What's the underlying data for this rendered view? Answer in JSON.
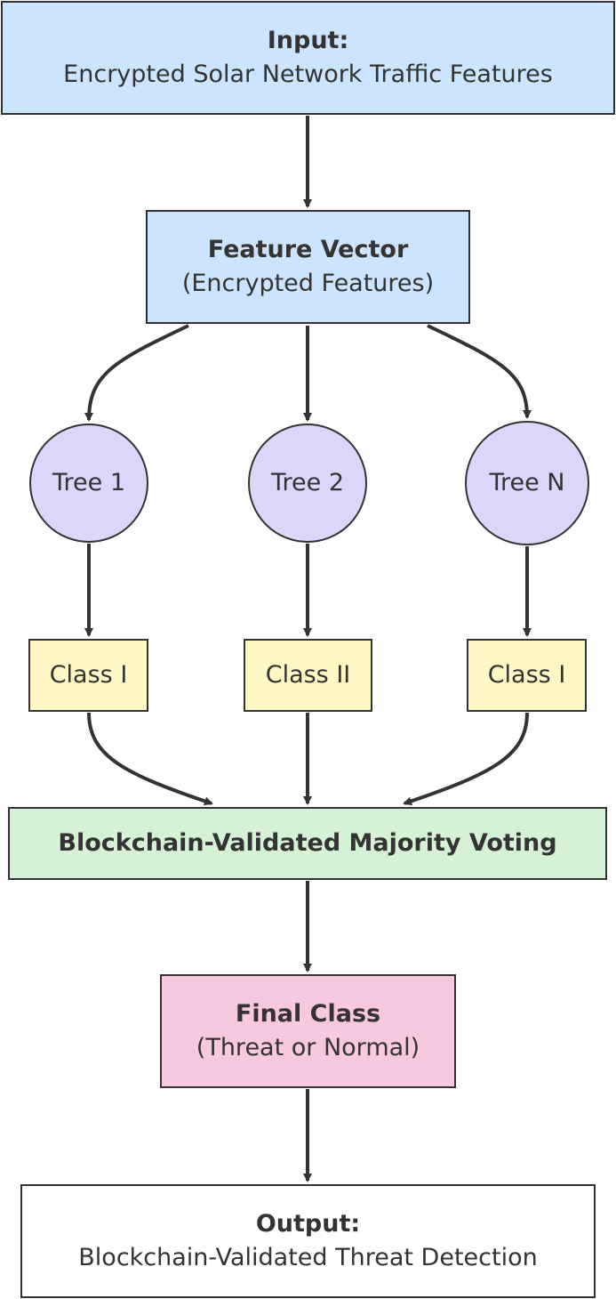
{
  "nodes": {
    "input": {
      "title": "Input:",
      "subtitle": "Encrypted Solar Network Traffic Features"
    },
    "feature_vector": {
      "title": "Feature Vector",
      "subtitle": "(Encrypted Features)"
    },
    "trees": [
      {
        "label": "Tree 1"
      },
      {
        "label": "Tree 2"
      },
      {
        "label": "Tree N"
      }
    ],
    "classes": [
      {
        "label": "Class I"
      },
      {
        "label": "Class II"
      },
      {
        "label": "Class I"
      }
    ],
    "voting": {
      "label": "Blockchain-Validated Majority Voting"
    },
    "final_class": {
      "title": "Final Class",
      "subtitle": "(Threat or Normal)"
    },
    "output": {
      "title": "Output:",
      "subtitle": "Blockchain-Validated Threat Detection"
    }
  },
  "colors": {
    "input_fill": "#cce4fd",
    "feature_fill": "#cce4fd",
    "tree_fill": "#dcd6fb",
    "class_fill": "#fff8c4",
    "voting_fill": "#d5f2d4",
    "final_fill": "#f8c8e1",
    "output_fill": "#ffffff",
    "stroke": "#333333"
  }
}
